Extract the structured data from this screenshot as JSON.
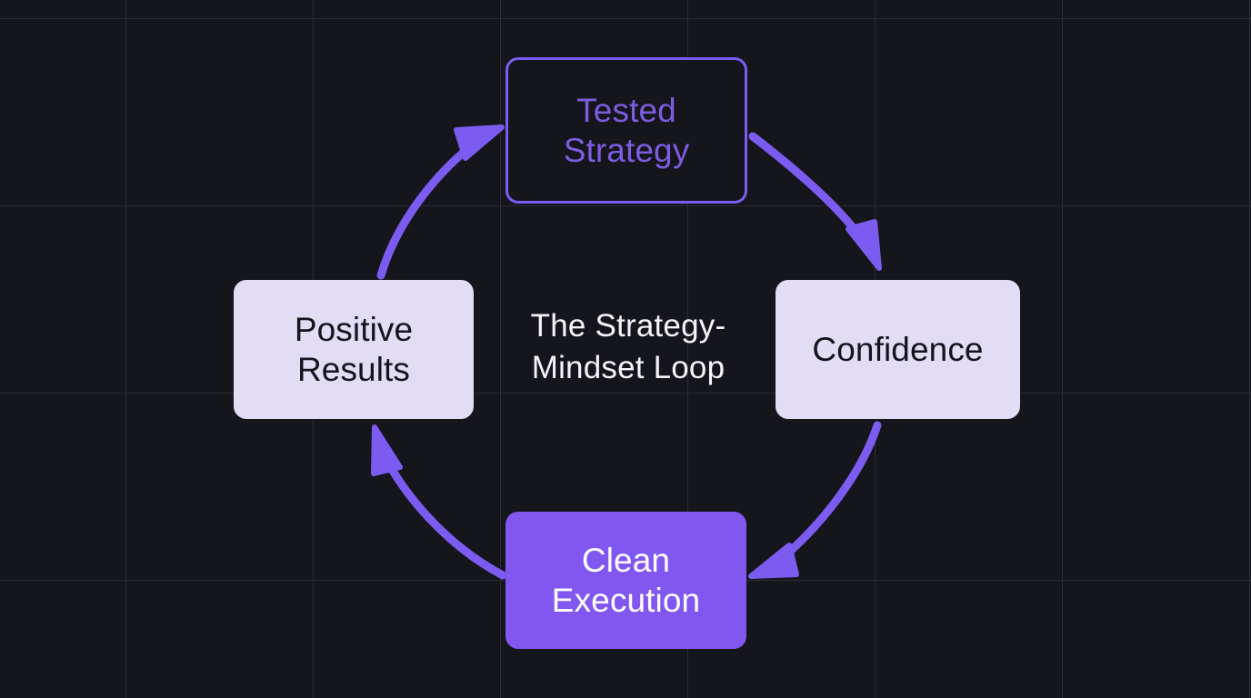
{
  "diagram": {
    "center_label": "The Strategy-\nMindset Loop",
    "nodes": [
      {
        "id": "tested-strategy",
        "label": "Tested\nStrategy",
        "position": "top",
        "fill": "#15151c",
        "border": "#7c5cf0",
        "text_color": "#7d5ce0"
      },
      {
        "id": "confidence",
        "label": "Confidence",
        "position": "right",
        "fill": "#e2dcf4",
        "border": "#e2dcf4",
        "text_color": "#15141d"
      },
      {
        "id": "clean-execution",
        "label": "Clean\nExecution",
        "position": "bottom",
        "fill": "#8257f0",
        "border": "#8257f0",
        "text_color": "#ffffff"
      },
      {
        "id": "positive-results",
        "label": "Positive\nResults",
        "position": "left",
        "fill": "#e2dcf4",
        "border": "#e2dcf4",
        "text_color": "#15141d"
      }
    ],
    "edges": [
      {
        "id": "tested-strategy-to-confidence",
        "from": "Tested Strategy",
        "to": "Confidence",
        "color": "#7c5cf0"
      },
      {
        "id": "confidence-to-clean-execution",
        "from": "Confidence",
        "to": "Clean Execution",
        "color": "#7c5cf0"
      },
      {
        "id": "clean-execution-to-positive-results",
        "from": "Clean Execution",
        "to": "Positive Results",
        "color": "#7c5cf0"
      },
      {
        "id": "positive-results-to-tested-strategy",
        "from": "Positive Results",
        "to": "Tested Strategy",
        "color": "#7c5cf0"
      }
    ],
    "background": {
      "color": "#15151c",
      "grid_color": "#2b2b39",
      "grid_spacing": 206
    }
  }
}
